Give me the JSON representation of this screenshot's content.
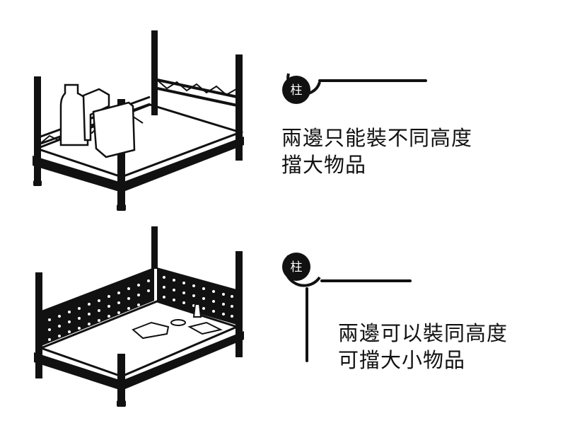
{
  "panels": [
    {
      "id": "rack-without-side-panels",
      "badge": "柱",
      "caption_lines": [
        "兩邊只能裝不同高度",
        "擋大物品"
      ]
    },
    {
      "id": "rack-with-side-panels",
      "badge": "柱",
      "caption_lines": [
        "兩邊可以裝同高度",
        "可擋大小物品"
      ]
    }
  ],
  "colors": {
    "ink": "#111111",
    "paper": "#ffffff"
  }
}
